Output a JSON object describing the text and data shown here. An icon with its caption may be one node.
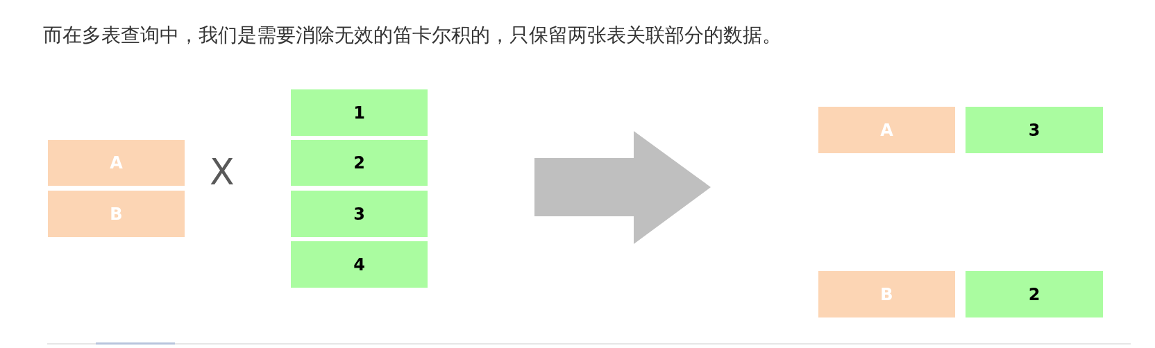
{
  "diagram": {
    "title": "而在多表查询中，我们是需要消除无效的笛卡尔积的，只保留两张表关联部分的数据。",
    "nodes": [
      {
        "text": [
          "A"
        ]
      },
      {
        "text": [
          "B"
        ]
      },
      {
        "text": [
          "1"
        ]
      },
      {
        "text": [
          "2"
        ]
      },
      {
        "text": [
          "3"
        ]
      },
      {
        "text": [
          "4"
        ]
      },
      {
        "text": [
          "A"
        ]
      },
      {
        "text": [
          "3"
        ]
      },
      {
        "text": [
          "B"
        ]
      },
      {
        "text": [
          "2"
        ]
      }
    ],
    "labels": [
      "X"
    ]
  }
}
